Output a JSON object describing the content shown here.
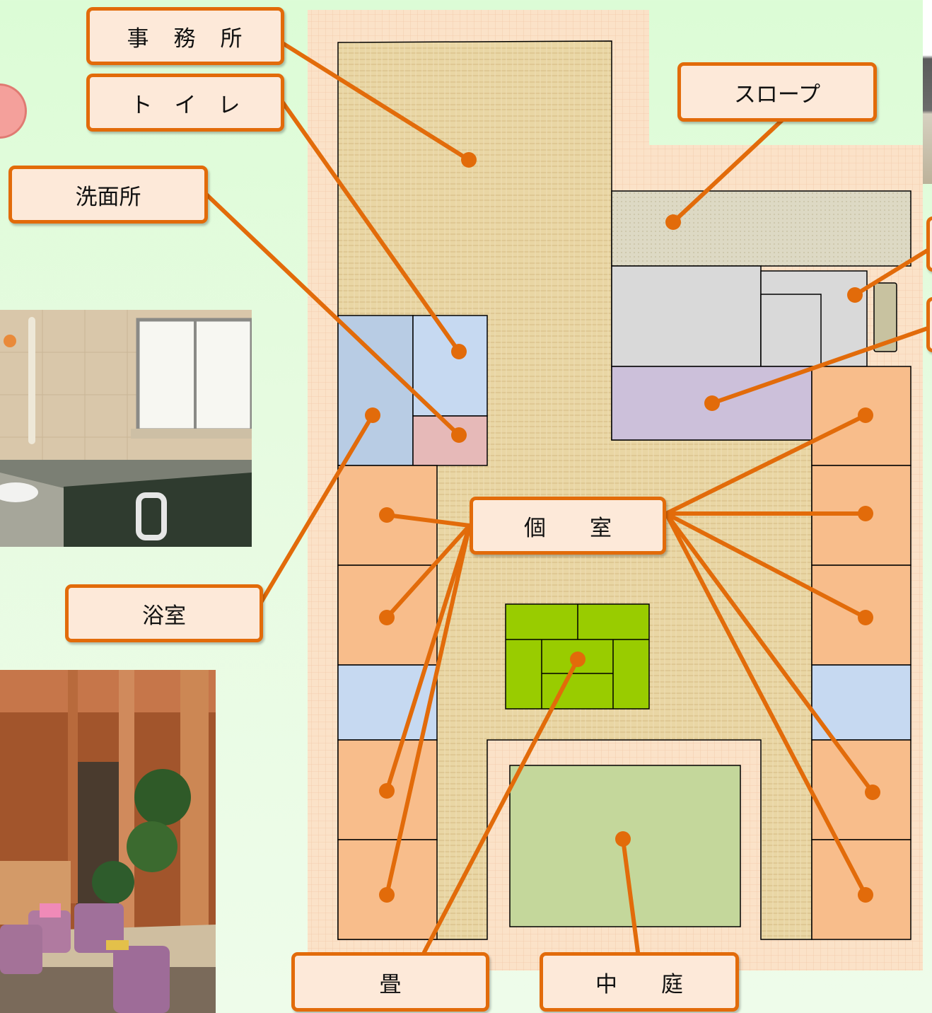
{
  "labels": {
    "office": "事　務　所",
    "toilet": "ト　イ　レ",
    "washroom": "洗面所",
    "bath": "浴室",
    "slope": "スロープ",
    "private_room": "個　　室",
    "tatami": "畳",
    "courtyard": "中　　庭"
  },
  "colors": {
    "label_fill": "#fde9d9",
    "label_border": "#e26b0a",
    "leader_line": "#e26b0a",
    "private_room": "#f8bd8b",
    "bath": "#b8cce4",
    "toilet": "#c6d9f1",
    "washroom": "#e6b9b8",
    "tatami": "#99cc00",
    "courtyard": "#c4d79b",
    "slope": "#ddd9c4",
    "lilac_room": "#ccc0da",
    "grey_room": "#d9d9d9",
    "corridor": "#ead8a8",
    "site": "#fbe2c8"
  },
  "photos": {
    "bathroom_photo": "bathroom-photo",
    "dining_photo": "dining-room-photo"
  }
}
